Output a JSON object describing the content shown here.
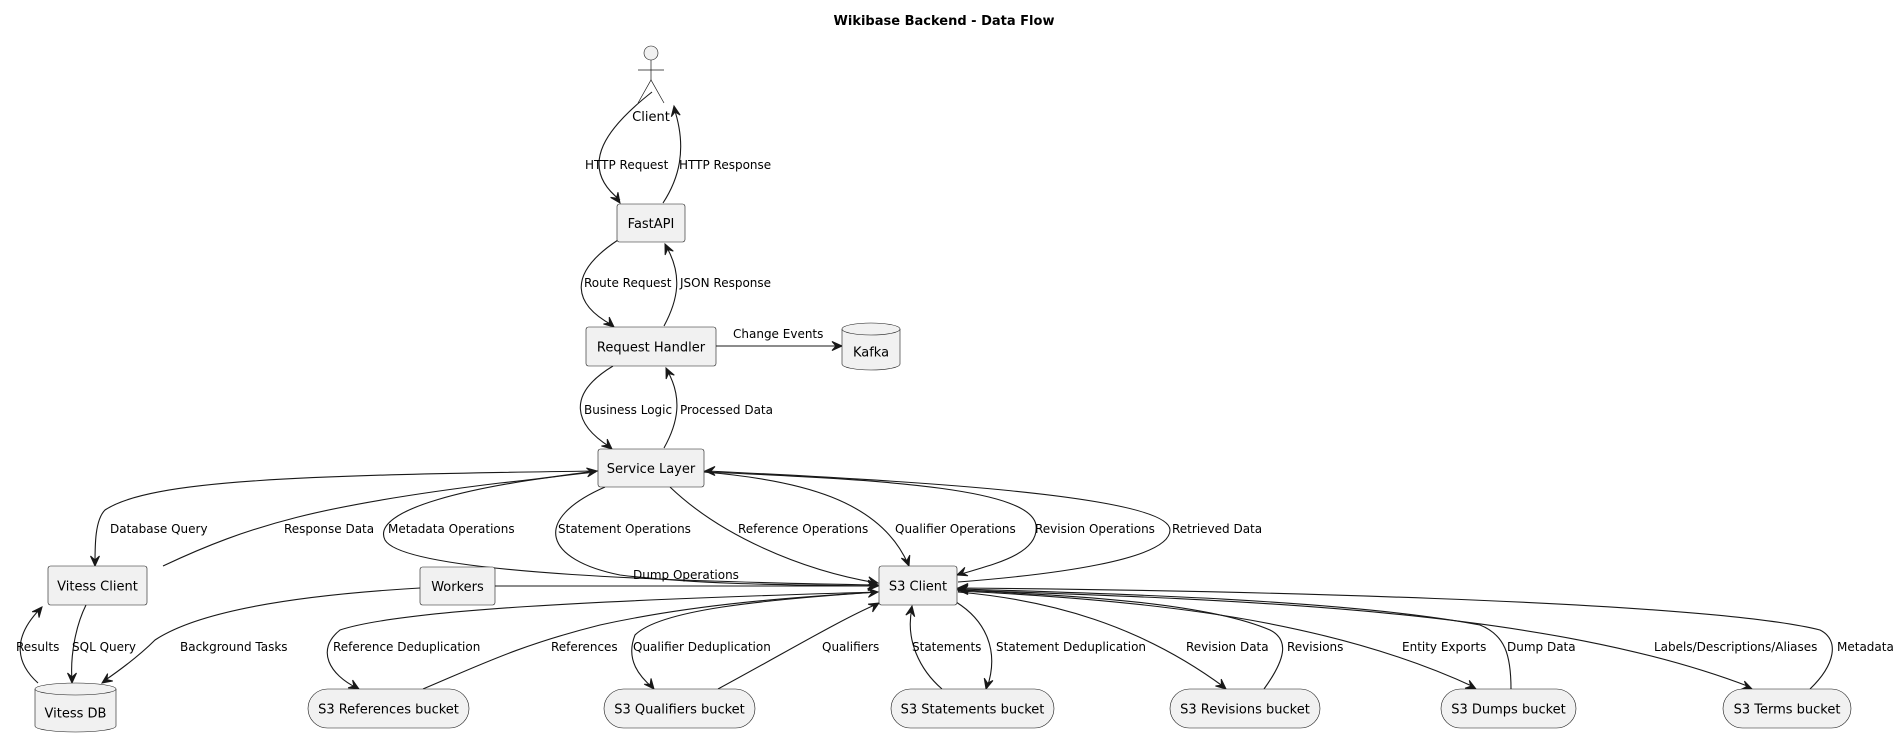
{
  "title": "Wikibase Backend - Data Flow",
  "nodes": {
    "client": {
      "label": "Client",
      "shape": "actor"
    },
    "fastapi": {
      "label": "FastAPI",
      "shape": "rectangle"
    },
    "request_handler": {
      "label": "Request Handler",
      "shape": "rectangle"
    },
    "kafka": {
      "label": "Kafka",
      "shape": "database"
    },
    "service_layer": {
      "label": "Service Layer",
      "shape": "rectangle"
    },
    "vitess_client": {
      "label": "Vitess Client",
      "shape": "rectangle"
    },
    "workers": {
      "label": "Workers",
      "shape": "rectangle"
    },
    "s3_client": {
      "label": "S3 Client",
      "shape": "rectangle"
    },
    "vitess_db": {
      "label": "Vitess DB",
      "shape": "database"
    },
    "s3_references": {
      "label": "S3 References bucket",
      "shape": "storage"
    },
    "s3_qualifiers": {
      "label": "S3 Qualifiers bucket",
      "shape": "storage"
    },
    "s3_statements": {
      "label": "S3 Statements bucket",
      "shape": "storage"
    },
    "s3_revisions": {
      "label": "S3 Revisions bucket",
      "shape": "storage"
    },
    "s3_dumps": {
      "label": "S3 Dumps bucket",
      "shape": "storage"
    },
    "s3_terms": {
      "label": "S3 Terms bucket",
      "shape": "storage"
    }
  },
  "edges": [
    {
      "id": "e1",
      "from": "client",
      "to": "fastapi",
      "label": "HTTP Request"
    },
    {
      "id": "e2",
      "from": "fastapi",
      "to": "client",
      "label": "HTTP Response"
    },
    {
      "id": "e3",
      "from": "fastapi",
      "to": "request_handler",
      "label": "Route Request"
    },
    {
      "id": "e4",
      "from": "request_handler",
      "to": "fastapi",
      "label": "JSON Response"
    },
    {
      "id": "e5",
      "from": "request_handler",
      "to": "kafka",
      "label": "Change Events"
    },
    {
      "id": "e6",
      "from": "request_handler",
      "to": "service_layer",
      "label": "Business Logic"
    },
    {
      "id": "e7",
      "from": "service_layer",
      "to": "request_handler",
      "label": "Processed Data"
    },
    {
      "id": "e8",
      "from": "service_layer",
      "to": "vitess_client",
      "label": "Database Query"
    },
    {
      "id": "e9",
      "from": "vitess_client",
      "to": "service_layer",
      "label": "Response Data"
    },
    {
      "id": "e10",
      "from": "service_layer",
      "to": "s3_client",
      "label": "Metadata Operations"
    },
    {
      "id": "e11",
      "from": "service_layer",
      "to": "s3_client",
      "label": "Statement Operations"
    },
    {
      "id": "e12",
      "from": "service_layer",
      "to": "s3_client",
      "label": "Reference Operations"
    },
    {
      "id": "e13",
      "from": "service_layer",
      "to": "s3_client",
      "label": "Qualifier Operations"
    },
    {
      "id": "e14",
      "from": "service_layer",
      "to": "s3_client",
      "label": "Revision Operations"
    },
    {
      "id": "e15",
      "from": "s3_client",
      "to": "service_layer",
      "label": "Retrieved Data"
    },
    {
      "id": "e16",
      "from": "workers",
      "to": "s3_client",
      "label": "Dump Operations"
    },
    {
      "id": "e17",
      "from": "vitess_client",
      "to": "vitess_db",
      "label": "SQL Query"
    },
    {
      "id": "e18",
      "from": "vitess_db",
      "to": "vitess_client",
      "label": "Results"
    },
    {
      "id": "e19",
      "from": "workers",
      "to": "vitess_db",
      "label": "Background Tasks"
    },
    {
      "id": "e20",
      "from": "s3_client",
      "to": "s3_references",
      "label": "Reference Deduplication"
    },
    {
      "id": "e21",
      "from": "s3_references",
      "to": "s3_client",
      "label": "References"
    },
    {
      "id": "e22",
      "from": "s3_client",
      "to": "s3_qualifiers",
      "label": "Qualifier Deduplication"
    },
    {
      "id": "e23",
      "from": "s3_qualifiers",
      "to": "s3_client",
      "label": "Qualifiers"
    },
    {
      "id": "e24",
      "from": "s3_statements",
      "to": "s3_client",
      "label": "Statements"
    },
    {
      "id": "e25",
      "from": "s3_client",
      "to": "s3_statements",
      "label": "Statement Deduplication"
    },
    {
      "id": "e26",
      "from": "s3_client",
      "to": "s3_revisions",
      "label": "Revision Data"
    },
    {
      "id": "e27",
      "from": "s3_revisions",
      "to": "s3_client",
      "label": "Revisions"
    },
    {
      "id": "e28",
      "from": "s3_client",
      "to": "s3_dumps",
      "label": "Entity Exports"
    },
    {
      "id": "e29",
      "from": "s3_dumps",
      "to": "s3_client",
      "label": "Dump Data"
    },
    {
      "id": "e30",
      "from": "s3_client",
      "to": "s3_terms",
      "label": "Labels/Descriptions/Aliases"
    },
    {
      "id": "e31",
      "from": "s3_terms",
      "to": "s3_client",
      "label": "Metadata"
    }
  ]
}
